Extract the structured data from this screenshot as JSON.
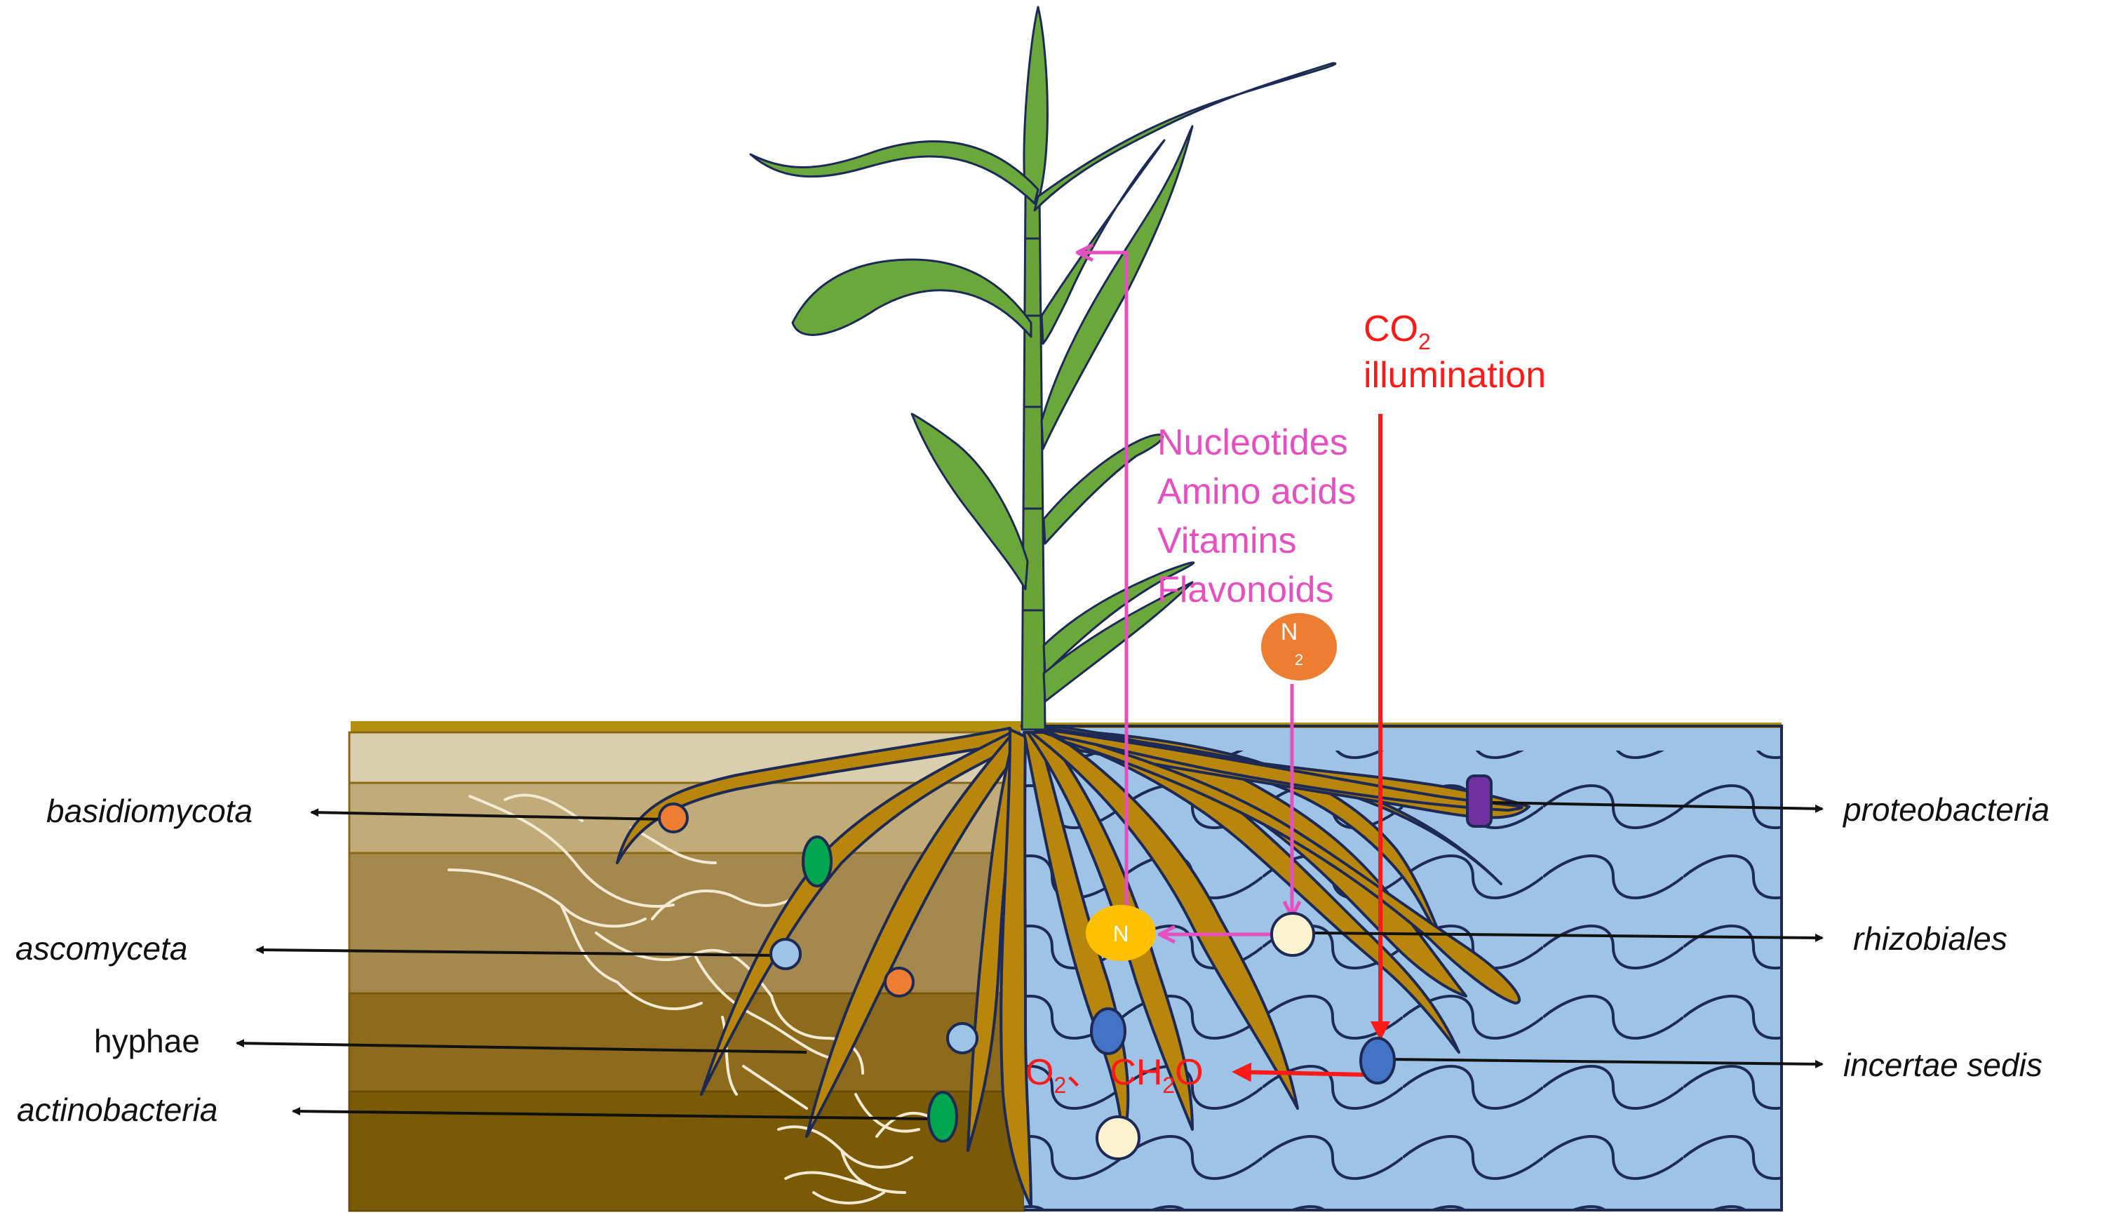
{
  "labels": {
    "left": {
      "basidiomycota": "basidiomycota",
      "ascomyceta": "ascomyceta",
      "hyphae": "hyphae",
      "actinobacteria": "actinobacteria"
    },
    "right": {
      "proteobacteria": "proteobacteria",
      "rhizobiales": "rhizobiales",
      "incertae_sedis": "incertae sedis"
    },
    "metabolites": {
      "line1": "Nucleotides",
      "line2": "Amino acids",
      "line3": "Vitamins",
      "line4": "Flavonoids"
    },
    "inputs": {
      "co2_main": "CO",
      "co2_sub": "2",
      "illumination": "illumination"
    },
    "outputs": {
      "o2_main": "O",
      "o2_sub": "2",
      "separator": "、",
      "ch2o_a": "CH",
      "ch2o_sub": "2",
      "ch2o_b": "O"
    },
    "nodes": {
      "n2_main": "N",
      "n2_sub": "2",
      "n_main": "N"
    }
  },
  "colors": {
    "stem_green": "#6aa437",
    "leaf_green": "#6aa83c",
    "root_brown": "#b8860b",
    "soil_light": "#d9cfae",
    "soil_mid": "#a4884e",
    "soil_dark": "#8b6914",
    "soil_darkest": "#7a5a06",
    "water_blue": "#9ec3e6",
    "pink_arrow": "#e64fc0",
    "red_arrow": "#ff1a1a",
    "n2_orange": "#ed7d31",
    "n_yellow": "#ffc000",
    "purple_marker": "#7030a0",
    "blue_node": "#4472c4",
    "light_blue_node": "#9dc3e6",
    "cream_node": "#fdf2d0",
    "green_node": "#00a650"
  }
}
